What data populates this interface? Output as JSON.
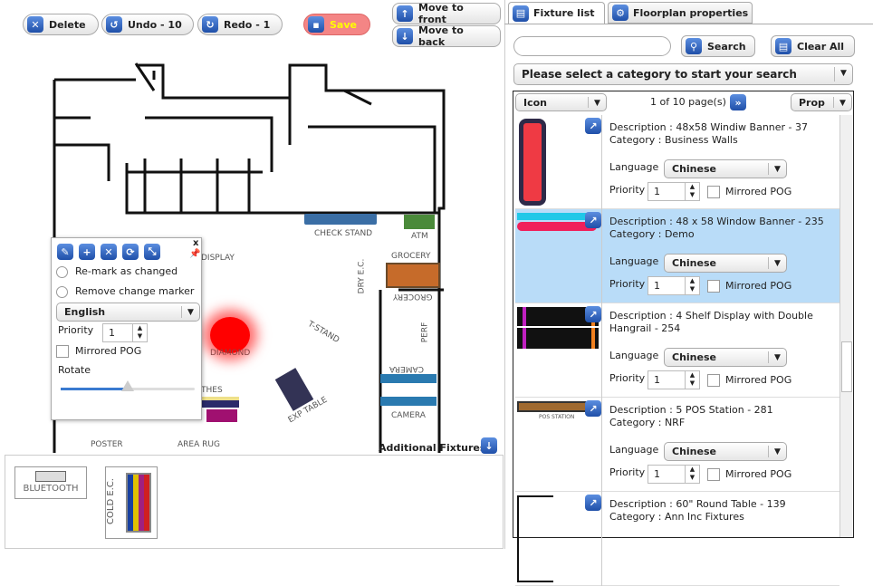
{
  "toolbar": {
    "delete": "Delete",
    "undo": "Undo - 10",
    "redo": "Redo - 1",
    "save": "Save",
    "move_front": "Move to front",
    "move_back": "Move to back"
  },
  "floorplan": {
    "labels": {
      "check_stand": "CHECK STAND",
      "atm": "ATM",
      "grocery_top": "GROCERY",
      "grocery_bottom": "GROCERY",
      "dry_ec": "DRY E.C.",
      "perf": "PERF",
      "t_stand": "T-STAND",
      "camera_top": "CAMERA",
      "camera_bottom": "CAMERA",
      "exp_table": "EXP TABLE",
      "diamond": "DIAMOND",
      "display": "DISPLAY",
      "clothes": "THES",
      "poster": "POSTER",
      "area_rug": "AREA RUG"
    },
    "popup": {
      "remark": "Re-mark as changed",
      "remove_marker": "Remove change marker",
      "language": "English",
      "priority_label": "Priority",
      "priority": "1",
      "mirrored": "Mirrored POG",
      "rotate_label": "Rotate",
      "rotate_value": 0.5,
      "close": "x"
    },
    "additional_fixtures": "Additional Fixtures"
  },
  "tray": {
    "items": [
      {
        "label": "BLUETOOTH"
      },
      {
        "label": "COLD E.C."
      }
    ]
  },
  "panel": {
    "tabs": [
      {
        "label": "Fixture list",
        "active": true
      },
      {
        "label": "Floorplan properties",
        "active": false
      }
    ],
    "search_placeholder": "",
    "search_value": "",
    "search_btn": "Search",
    "clear_btn": "Clear All",
    "category_select": "Please select a category to start your search",
    "icon_select": "Icon",
    "pager": "1 of 10 page(s)",
    "prop_select": "Prop",
    "language_label": "Language",
    "priority_label": "Priority",
    "mirrored_label": "Mirrored POG",
    "fixtures": [
      {
        "description": "Description : 48x58 Windiw Banner - 37",
        "category": "Category : Business Walls",
        "language": "Chinese",
        "priority": "1",
        "selected": false
      },
      {
        "description": "Description : 48 x 58 Window Banner - 235",
        "category": "Category : Demo",
        "language": "Chinese",
        "priority": "1",
        "selected": true
      },
      {
        "description": "Description : 4 Shelf Display with Double",
        "description2": "Hangrail - 254",
        "category": "",
        "language": "Chinese",
        "priority": "1",
        "selected": false
      },
      {
        "description": "Description : 5 POS Station - 281",
        "category": "Category : NRF",
        "language": "Chinese",
        "priority": "1",
        "selected": false,
        "thumb_label": "POS STATION"
      },
      {
        "description": "Description : 60\" Round Table - 139",
        "category": "Category : Ann Inc Fixtures",
        "selected": false
      }
    ]
  },
  "colors": {
    "accent": "#2d62c0",
    "selected_row": "#b9dcf8",
    "save": "#f08080"
  }
}
